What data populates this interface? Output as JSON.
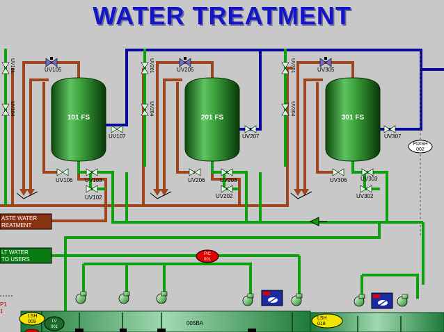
{
  "title": "WATER TREATMENT",
  "tanks": [
    {
      "label": "101 FS"
    },
    {
      "label": "201 FS"
    },
    {
      "label": "301 FS"
    }
  ],
  "valves": {
    "uv101": "UV101",
    "uv104": "UV104",
    "uv105": "UV105",
    "uv106": "UV106",
    "uv103": "UV103",
    "uv102": "UV102",
    "uv107": "UV107",
    "uv201": "UV201",
    "uv204": "UV204",
    "uv205": "UV205",
    "uv206": "UV206",
    "uv203": "UV203",
    "uv202": "UV202",
    "uv207": "UV207",
    "uv301": "UV301",
    "uv304": "UV304",
    "uv305": "UV305",
    "uv306": "UV306",
    "uv303": "UV303",
    "uv302": "UV302",
    "uv307": "UV307"
  },
  "pdish": {
    "line1": "PDISH",
    "line2": "002"
  },
  "pic": {
    "line1": "PIC",
    "line2": "001"
  },
  "waste_box": {
    "line1": "ASTE WATER",
    "line2": "REATMENT"
  },
  "filt_box": {
    "line1": "LT WATER",
    "line2": "TO USERS"
  },
  "lsh009": {
    "line1": "LSH",
    "line2": "009"
  },
  "lsh018": {
    "line1": "LSH",
    "line2": "018"
  },
  "lv001": {
    "line1": "LV",
    "line2": "001"
  },
  "basin_label": "005BA",
  "left_edge": {
    "line1": "P1",
    "line2": "1"
  },
  "colors": {
    "green_pipe": "#0fa00f",
    "brown_pipe": "#a0461e",
    "blue_pipe": "#0a0a9a",
    "title": "#1414c8",
    "background": "#c8c8c8"
  }
}
